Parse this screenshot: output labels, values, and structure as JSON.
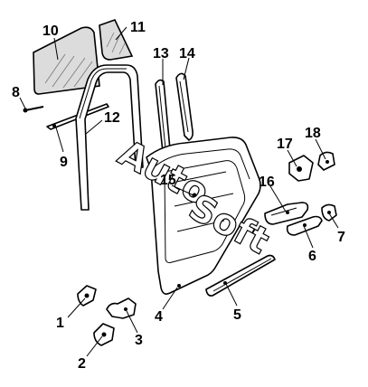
{
  "watermark": {
    "part1": "Auto",
    "part2": "Soft"
  },
  "callouts": [
    {
      "id": "1",
      "label": "1"
    },
    {
      "id": "2",
      "label": "2"
    },
    {
      "id": "3",
      "label": "3"
    },
    {
      "id": "4",
      "label": "4"
    },
    {
      "id": "5",
      "label": "5"
    },
    {
      "id": "6",
      "label": "6"
    },
    {
      "id": "7",
      "label": "7"
    },
    {
      "id": "8",
      "label": "8"
    },
    {
      "id": "9",
      "label": "9"
    },
    {
      "id": "10",
      "label": "10"
    },
    {
      "id": "11",
      "label": "11"
    },
    {
      "id": "12",
      "label": "12"
    },
    {
      "id": "13",
      "label": "13"
    },
    {
      "id": "14",
      "label": "14"
    },
    {
      "id": "15",
      "label": "15"
    },
    {
      "id": "16",
      "label": "16"
    },
    {
      "id": "17",
      "label": "17"
    },
    {
      "id": "18",
      "label": "18"
    }
  ]
}
